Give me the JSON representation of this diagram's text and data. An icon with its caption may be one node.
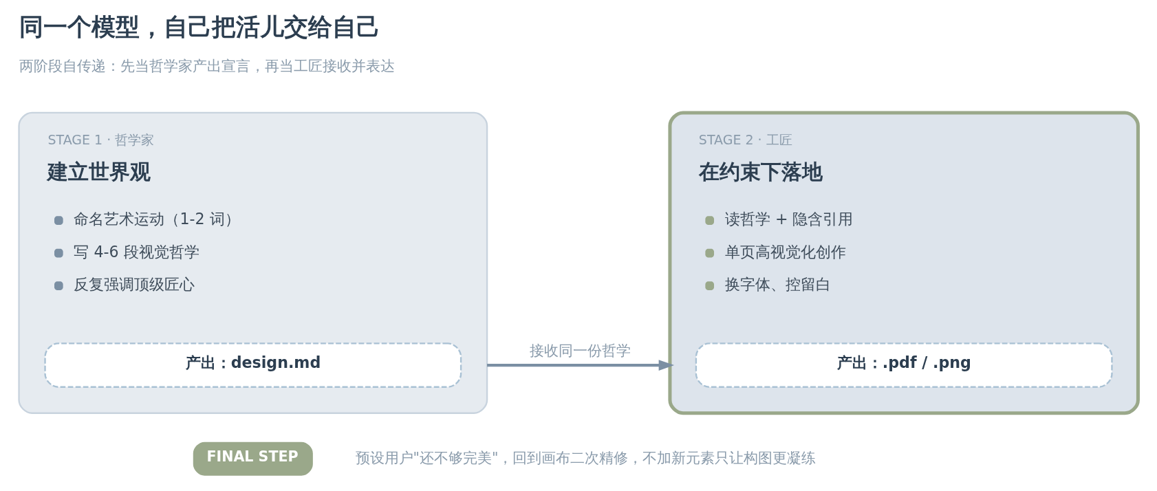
{
  "diagram": {
    "title": "同一个模型，自己把活儿交给自己",
    "nodes": [
      {
        "text": [
          "STAGE 1 · 哲学家",
          "建立世界观",
          "命名艺术运动（1-2 词）",
          "写 4-6 段视觉哲学",
          "反复强调顶级匠心"
        ]
      },
      {
        "text": [
          "产出：design.md"
        ],
        "in": 0
      },
      {
        "text": [
          "STAGE 2 · 工匠",
          "在约束下落地",
          "读哲学 + 隐含引用",
          "单页高视觉化创作",
          "换字体、控留白"
        ]
      },
      {
        "text": [
          "产出：.pdf / .png"
        ],
        "in": 2
      },
      {
        "text": [
          "FINAL STEP"
        ],
        "beside": [
          "预设用户\"还不够完美\"，回到画布二次精修，不加新元素只让构图更凝练"
        ]
      }
    ],
    "edges": [
      {
        "from": 0,
        "to": 2,
        "arrow": "to",
        "label": "接收同一份哲学"
      }
    ],
    "labels": [
      "两阶段自传递：先当哲学家产出宣言，再当工匠接收并表达"
    ]
  }
}
